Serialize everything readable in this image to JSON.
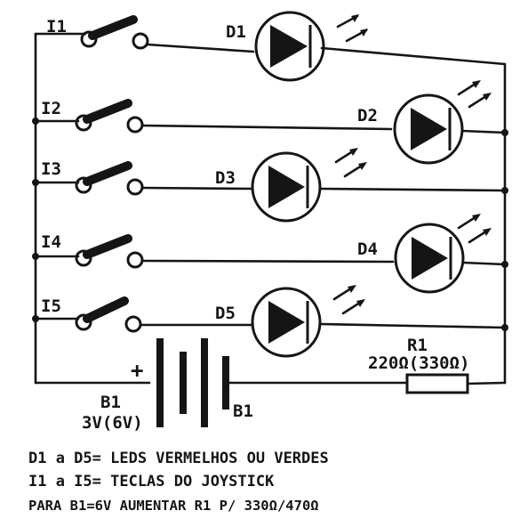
{
  "switches": [
    {
      "label": "I1"
    },
    {
      "label": "I2"
    },
    {
      "label": "I3"
    },
    {
      "label": "I4"
    },
    {
      "label": "I5"
    }
  ],
  "leds": [
    {
      "label": "D1"
    },
    {
      "label": "D2"
    },
    {
      "label": "D3"
    },
    {
      "label": "D4"
    },
    {
      "label": "D5"
    }
  ],
  "battery": {
    "plus_sign": "+",
    "label_left": "B1",
    "voltage": "3V(6V)",
    "label_right": "B1"
  },
  "resistor": {
    "label": "R1",
    "value": "220Ω(330Ω)"
  },
  "notes": [
    "D1 a D5= LEDS VERMELHOS OU VERDES",
    "I1 a I5= TECLAS DO JOYSTICK",
    "PARA B1=6V AUMENTAR R1 P/ 330Ω/470Ω"
  ],
  "colors": {
    "ink": "#151515",
    "paper": "#ffffff"
  }
}
